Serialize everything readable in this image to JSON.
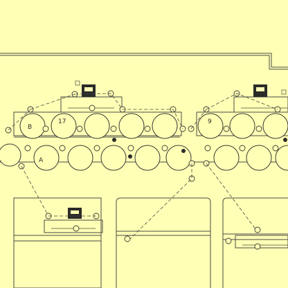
{
  "diagram": {
    "background": "#ffffb5",
    "line_color": "#4a4a46",
    "unit_labels": [
      "B",
      "A",
      "17",
      "9"
    ]
  }
}
